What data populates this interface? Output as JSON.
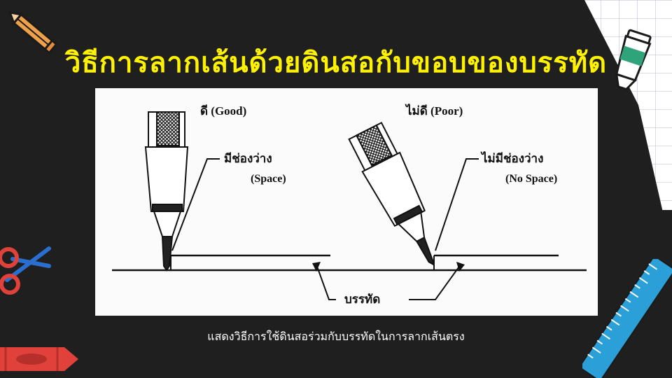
{
  "slide": {
    "title": "วิธีการลากเส้นด้วยดินสอกับขอบของบรรทัด",
    "caption": "แสดงวิธีการใช้ดินสอร่วมกับบรรทัดในการลากเส้นตรง",
    "title_color": "#fff200",
    "background_color": "#1f1f1f"
  },
  "figure": {
    "good_label": "ดี (Good)",
    "poor_label": "ไม่ดี (Poor)",
    "space_label_th": "มีช่องว่าง",
    "space_label_en": "(Space)",
    "no_space_label_th": "ไม่มีช่องว่าง",
    "no_space_label_en": "(No Space)",
    "ruler_label": "บรรทัด"
  },
  "decorations": {
    "pencil": "pencil-icon",
    "glue": "glue-tube-icon",
    "scissors": "scissors-icon",
    "crayon": "crayon-icon",
    "ruler": "ruler-icon",
    "accent_colors": [
      "#e8913a",
      "#2fa37a",
      "#e0413b",
      "#2a9fd8"
    ]
  }
}
